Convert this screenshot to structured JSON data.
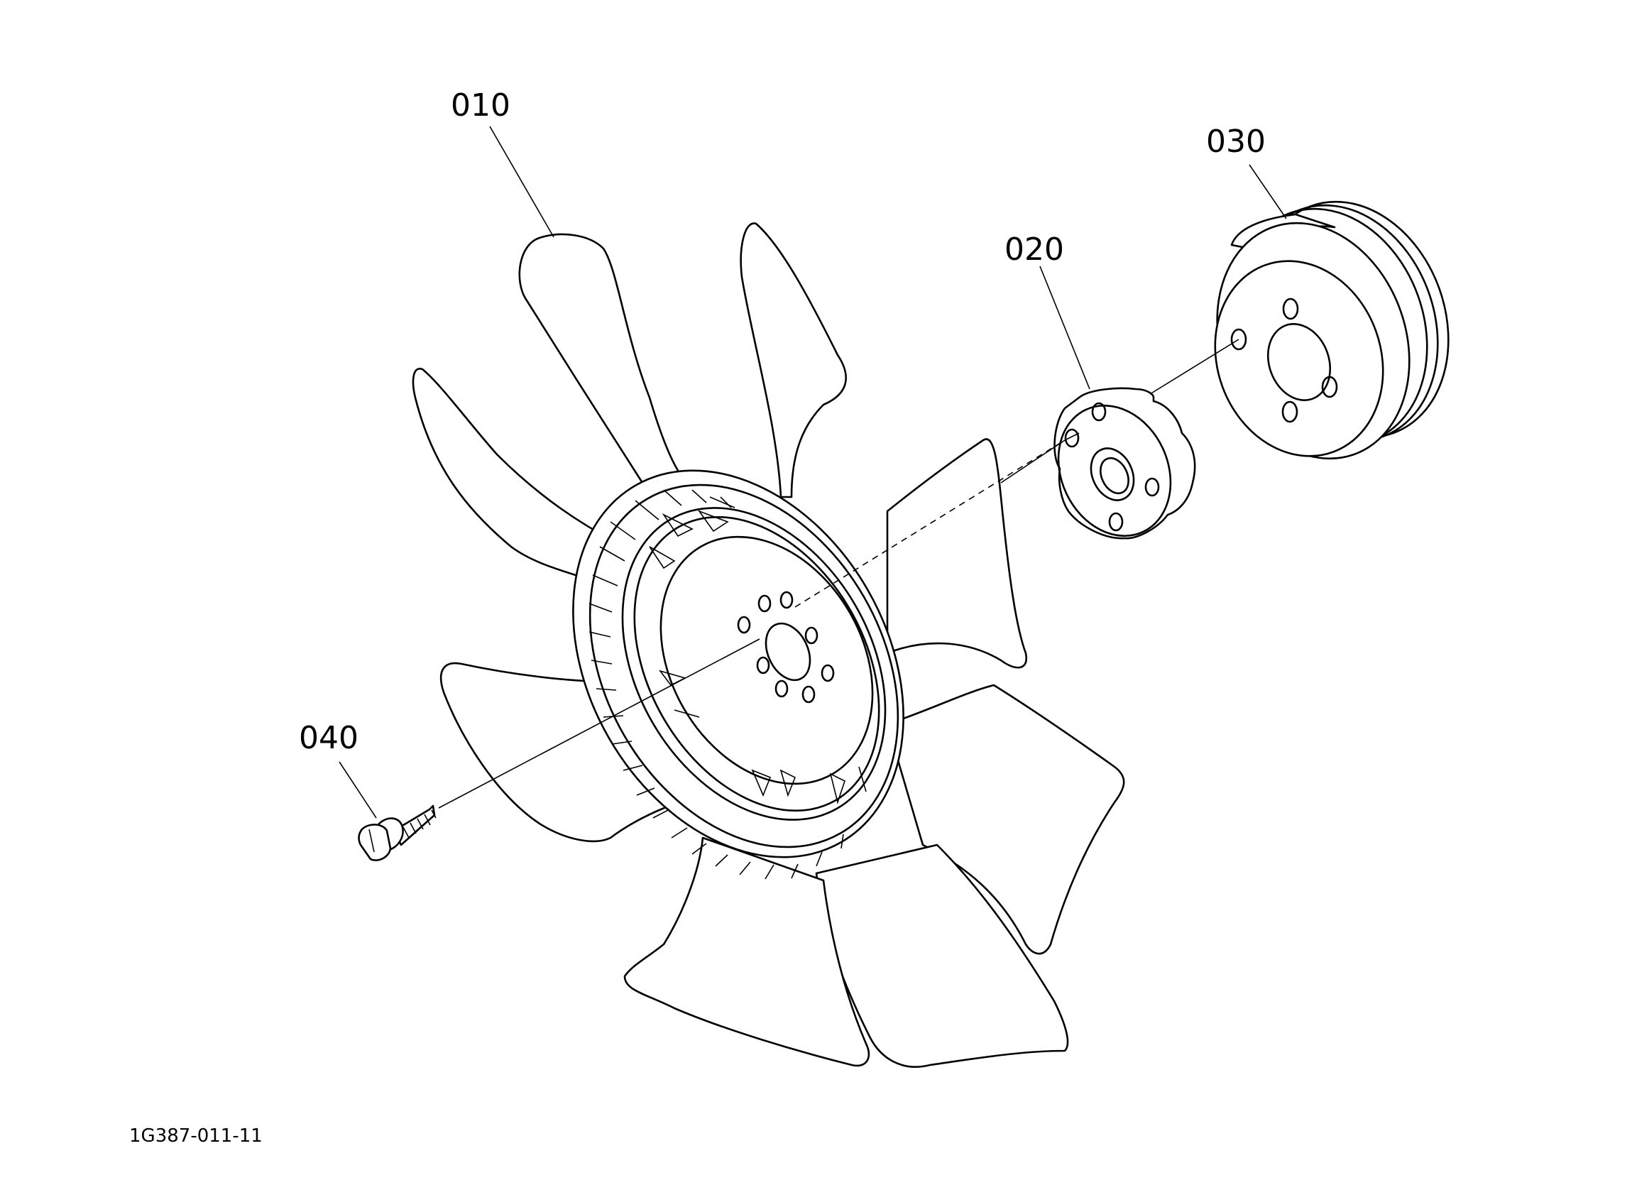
{
  "diagram": {
    "callouts": [
      {
        "id": "fan",
        "label": "010"
      },
      {
        "id": "spacer",
        "label": "020"
      },
      {
        "id": "pulley",
        "label": "030"
      },
      {
        "id": "bolt",
        "label": "040"
      }
    ],
    "figure_code": "1G387-011-11"
  }
}
